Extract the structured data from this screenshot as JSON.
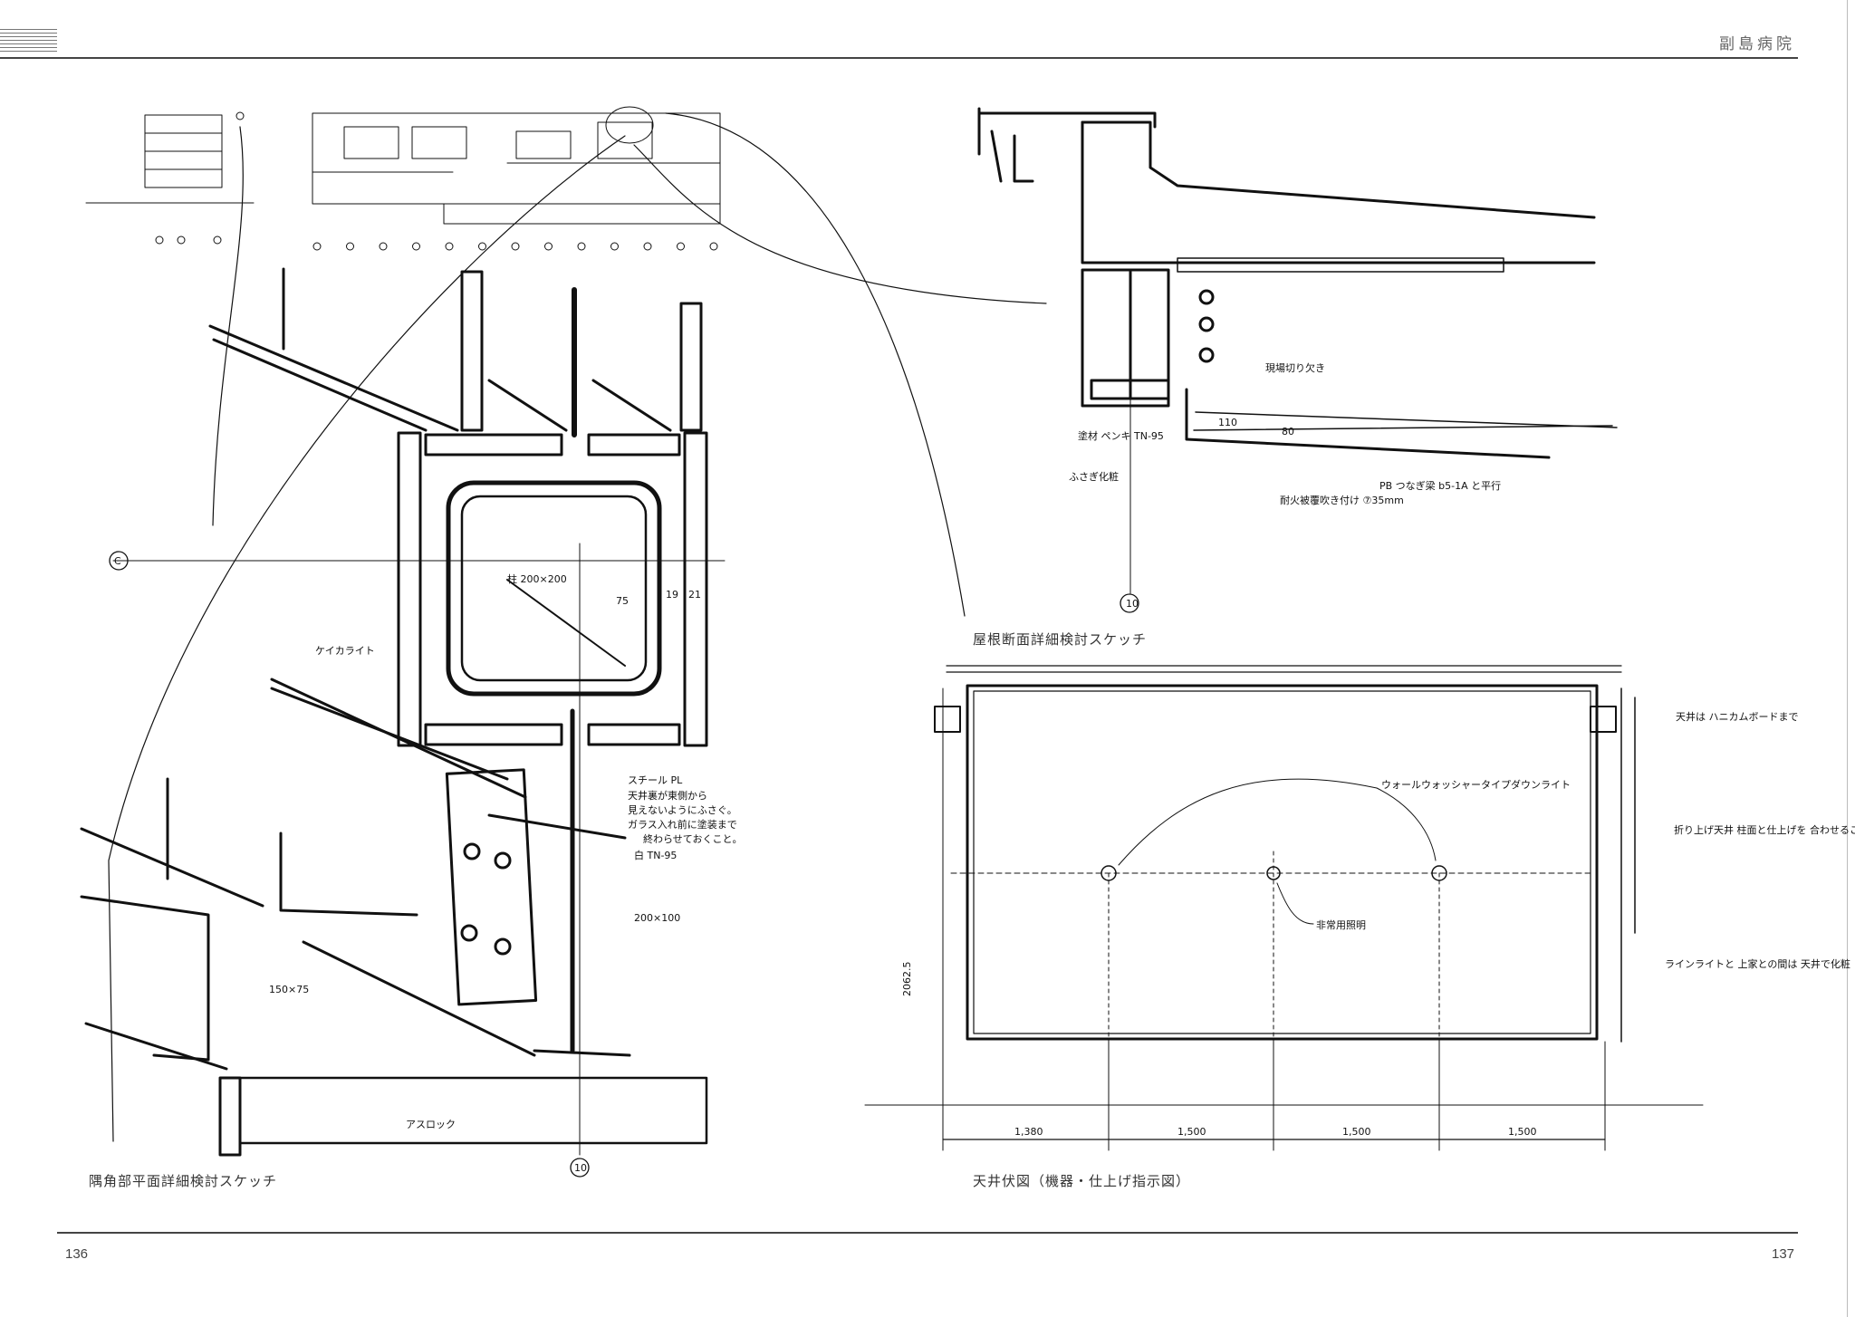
{
  "header": {
    "title": "副島病院"
  },
  "pages": {
    "left": "136",
    "right": "137"
  },
  "captions": {
    "corner_plan": "隅角部平面詳細検討スケッチ",
    "roof_section": "屋根断面詳細検討スケッチ",
    "ceiling_plan": "天井伏図（機器・仕上げ指示図）"
  },
  "sketch_labels": {
    "grid_c": "C",
    "grid_10": "10",
    "grid_10_roof": "10",
    "column": "柱 200×200",
    "calcium": "ケイカライト",
    "plate_note_1": "スチール PL",
    "plate_note_2": "天井裏が東側から",
    "plate_note_3": "見えないようにふさぐ。",
    "plate_note_4": "ガラス入れ前に塗装まで",
    "plate_note_5": "終わらせておくこと。",
    "plate_note_6": "白 TN-95",
    "beam": "200×100",
    "angle": "150×75",
    "asphalt": "アスロック",
    "dims_col": [
      "75",
      "19",
      "21"
    ],
    "cut": "現場切り欠き",
    "paint": "塗材 ペンキ TN-95",
    "seal": "ふさぎ化粧",
    "d110": "110",
    "d80": "80",
    "pb": "PB つなぎ梁 b5-1A と平行",
    "fireproof": "耐火被覆吹き付け ⑦35mm",
    "downlight": "ウォールウォッシャータイプダウンライト",
    "emergency": "非常用照明",
    "ceiling_note": "天井は ハニカムボードまで",
    "fold_note": "折り上げ天井 柱面と仕上げを 合わせること。",
    "light_note": "ラインライトと 上家との間は 天井で化粧 とめること。",
    "dim_height": "2062.5",
    "dims_plan": [
      "1,380",
      "1,500",
      "1,500",
      "1,500"
    ]
  }
}
